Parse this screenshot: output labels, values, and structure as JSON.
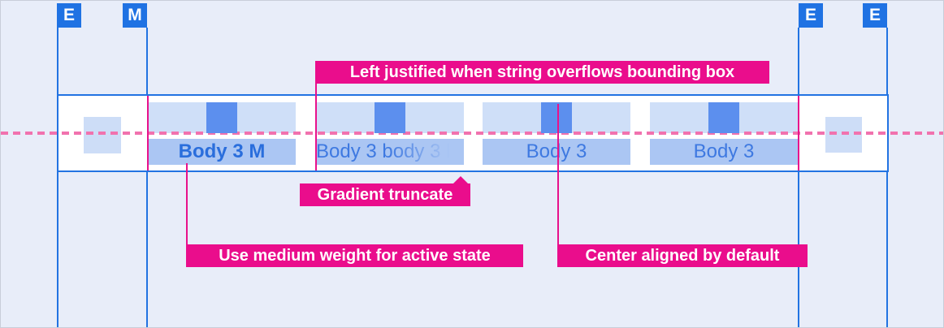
{
  "markers": [
    {
      "label": "E"
    },
    {
      "label": "M"
    },
    {
      "label": "E"
    },
    {
      "label": "E"
    }
  ],
  "tabs": {
    "items": [
      {
        "label": "Body 3 M",
        "state": "active",
        "align": "center",
        "weight": "medium"
      },
      {
        "label": "Body 3 body 3 b",
        "state": "default",
        "align": "left",
        "truncate": "gradient"
      },
      {
        "label": "Body 3",
        "state": "default",
        "align": "center"
      },
      {
        "label": "Body 3",
        "state": "default",
        "align": "center"
      }
    ]
  },
  "annotations": {
    "overflow": "Left justified when string overflows bounding box",
    "gradient": "Gradient truncate",
    "medium": "Use medium weight for active state",
    "center": "Center aligned by default"
  },
  "colors": {
    "background": "#e8edf9",
    "blue_line": "#2273e2",
    "marker_blue": "#1f72e3",
    "tab_top_block": "#cfdff8",
    "tab_label_block": "#abc6f3",
    "icon_square": "#5c8fee",
    "side_square": "#cdddf7",
    "active_text": "#2a6edc",
    "default_text": "#3e79e1",
    "annotation_pink": "#ea0d8c",
    "dashed_pink": "#f172ae"
  }
}
